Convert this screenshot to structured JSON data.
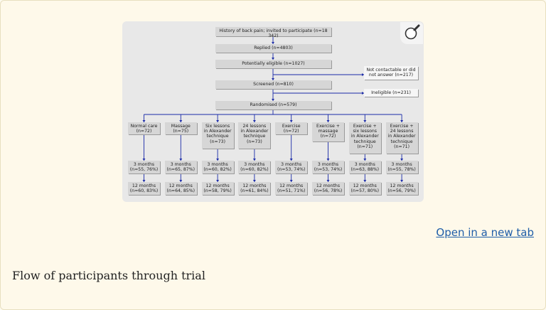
{
  "figure": {
    "top_boxes": [
      {
        "id": "history",
        "text": "History of back pain; invited to participate (n=18 342)"
      },
      {
        "id": "replied",
        "text": "Replied (n=4803)"
      },
      {
        "id": "eligible",
        "text": "Potentially eligible (n=1027)"
      },
      {
        "id": "screened",
        "text": "Screened (n=810)"
      },
      {
        "id": "randomised",
        "text": "Randomised (n=579)"
      }
    ],
    "exclusions": [
      {
        "id": "not_contactable",
        "text": "Not contactable  or did\nnot answer (n=217)"
      },
      {
        "id": "ineligible",
        "text": "Ineligible (n=231)"
      }
    ],
    "arms": [
      {
        "label": "Normal care\n(n=72)",
        "m3": "3 months\n(n=55, 76%)",
        "m12": "12 months\n(n=60, 83%)"
      },
      {
        "label": "Massage\n(n=75)",
        "m3": "3 months\n(n=65, 87%)",
        "m12": "12 months\n(n=64, 85%)"
      },
      {
        "label": "Six lessons\nin Alexander\ntechnique\n(n=73)",
        "m3": "3 months\n(n=60, 82%)",
        "m12": "12 months\n(n=58, 79%)"
      },
      {
        "label": "24 lessons\nin Alexander\ntechnique\n(n=73)",
        "m3": "3 months\n(n=60, 82%)",
        "m12": "12 months\n(n=61, 84%)"
      },
      {
        "label": "Exercise\n(n=72)",
        "m3": "3 months\n(n=53, 74%)",
        "m12": "12 months\n(n=51, 71%)"
      },
      {
        "label": "Exercise +\nmassage\n(n=72)",
        "m3": "3 months\n(n=53, 74%)",
        "m12": "12 months\n(n=56, 78%)"
      },
      {
        "label": "Exercise +\nsix lessons\nin Alexander\ntechnique\n(n=71)",
        "m3": "3 months\n(n=63, 88%)",
        "m12": "12 months\n(n=57, 80%)"
      },
      {
        "label": "Exercise +\n24 lessons\nin Alexander\ntechnique\n(n=71)",
        "m3": "3 months\n(n=55, 78%)",
        "m12": "12 months\n(n=56, 79%)"
      }
    ],
    "arrow_color": "#1a2aa8",
    "zoom_icon": "magnifier-icon"
  },
  "links": {
    "open_new_tab": "Open in a new tab"
  },
  "caption": "Flow of participants through trial"
}
